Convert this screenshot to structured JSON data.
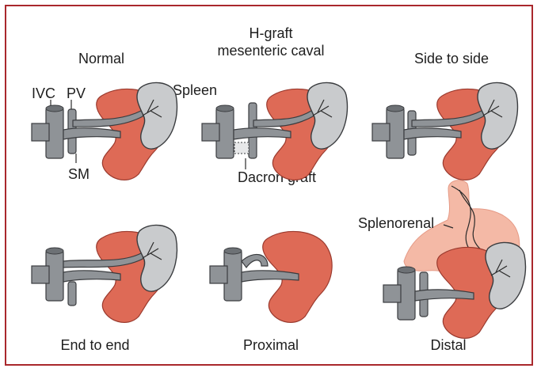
{
  "panels": {
    "normal": {
      "title": "Normal",
      "labels": {
        "ivc": "IVC",
        "pv": "PV",
        "spleen": "Spleen",
        "sm": "SM"
      }
    },
    "h_graft": {
      "title_line1": "H-graft",
      "title_line2": "mesenteric caval",
      "graft_label": "Dacron graft"
    },
    "side_to_side": {
      "title": "Side to side"
    },
    "end_to_end": {
      "title": "End to end"
    },
    "proximal": {
      "title": "Proximal"
    },
    "distal": {
      "title": "Distal",
      "splenorenal_label": "Splenorenal"
    }
  },
  "colors": {
    "frame": "#a9282c",
    "vein": "#8f9397",
    "kidney": "#de6a56",
    "spleen": "#c9cbcd",
    "stomach": "#f4b9a6"
  }
}
